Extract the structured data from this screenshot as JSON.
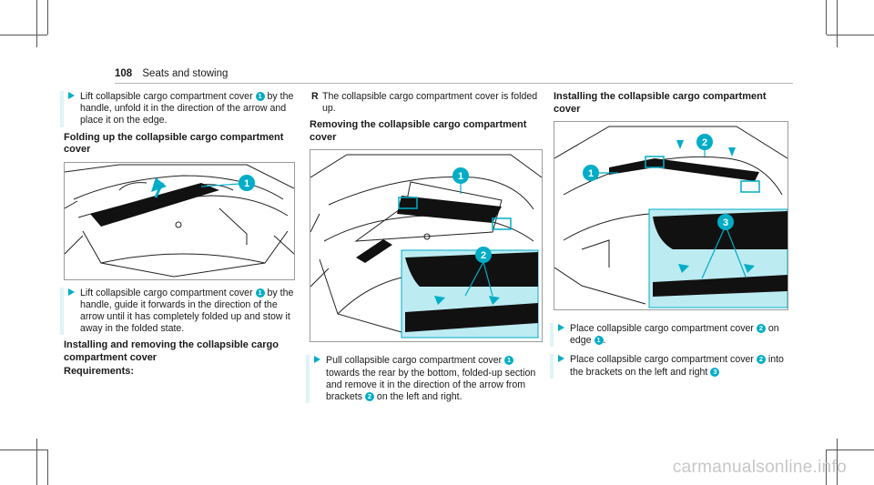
{
  "header": {
    "page_number": "108",
    "section": "Seats and stowing"
  },
  "col1": {
    "step1": [
      "Lift collapsible cargo compartment cover ",
      {
        "badge": "1"
      },
      " by the handle, unfold it in the direction of the arrow and place it on the edge."
    ],
    "heading1": "Folding up the collapsible cargo compartment cover",
    "fig1_badge": "1",
    "step2": [
      "Lift collapsible cargo compartment cover ",
      {
        "badge": "1"
      },
      " by the handle, guide it forwards in the direction of the arrow until it has completely folded up and stow it away in the folded state."
    ],
    "heading2": "Installing and removing the collapsible cargo compartment cover",
    "requirements": "Requirements:"
  },
  "col2": {
    "bullet": "The collapsible cargo compartment cover is folded up.",
    "heading": "Removing the collapsible cargo compartment cover",
    "fig_badges": [
      "1",
      "2"
    ],
    "step": [
      "Pull collapsible cargo compartment cover ",
      {
        "badge": "1"
      },
      " towards the rear by the bottom, folded-up section and remove it in the direction of the arrow from brackets ",
      {
        "badge": "2"
      },
      " on the left and right."
    ]
  },
  "col3": {
    "heading": "Installing the collapsible cargo compartment cover",
    "fig_badges": [
      "1",
      "2",
      "3"
    ],
    "step1": [
      "Place collapsible cargo compartment cover ",
      {
        "badge": "2"
      },
      " on edge ",
      {
        "badge": "1"
      },
      "."
    ],
    "step2": [
      "Place collapsible cargo compartment cover ",
      {
        "badge": "2"
      },
      " into the brackets on the left and right ",
      {
        "badge": "3"
      }
    ]
  },
  "colors": {
    "accent": "#00adc6",
    "callout_bg": "#bdebf2"
  },
  "watermark": "carmanualsonline.info"
}
